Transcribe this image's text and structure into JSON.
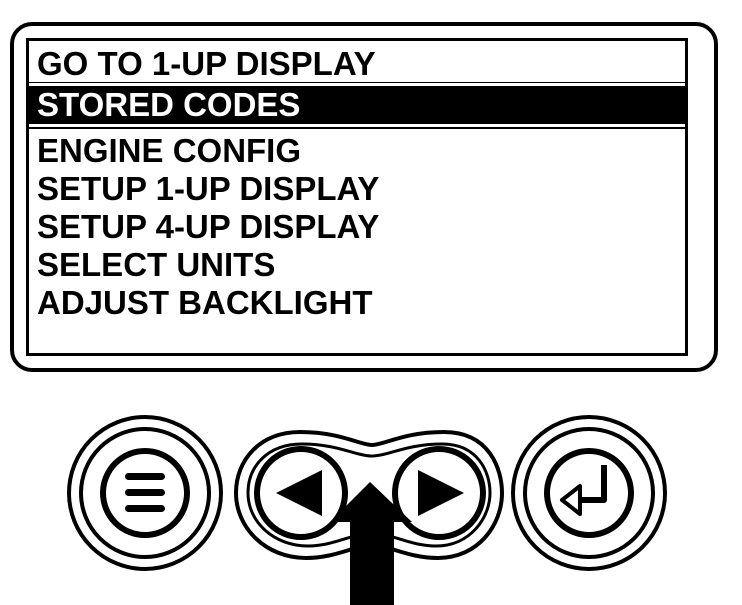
{
  "menu": {
    "items": [
      {
        "label": "GO TO 1-UP DISPLAY",
        "selected": false
      },
      {
        "label": "STORED CODES",
        "selected": true
      },
      {
        "label": "ENGINE CONFIG",
        "selected": false
      },
      {
        "label": "SETUP 1-UP DISPLAY",
        "selected": false
      },
      {
        "label": "SETUP 4-UP DISPLAY",
        "selected": false
      },
      {
        "label": "SELECT UNITS",
        "selected": false
      },
      {
        "label": "ADJUST BACKLIGHT",
        "selected": false
      }
    ]
  },
  "buttons": {
    "menu": {
      "icon": "menu-lines-icon"
    },
    "left": {
      "icon": "arrow-left-icon"
    },
    "right": {
      "icon": "arrow-right-icon"
    },
    "enter": {
      "icon": "enter-return-icon"
    },
    "pointer": {
      "icon": "pointer-arrow-icon"
    }
  },
  "colors": {
    "foreground": "#000000",
    "background": "#ffffff",
    "selected_text": "#ffffff"
  }
}
